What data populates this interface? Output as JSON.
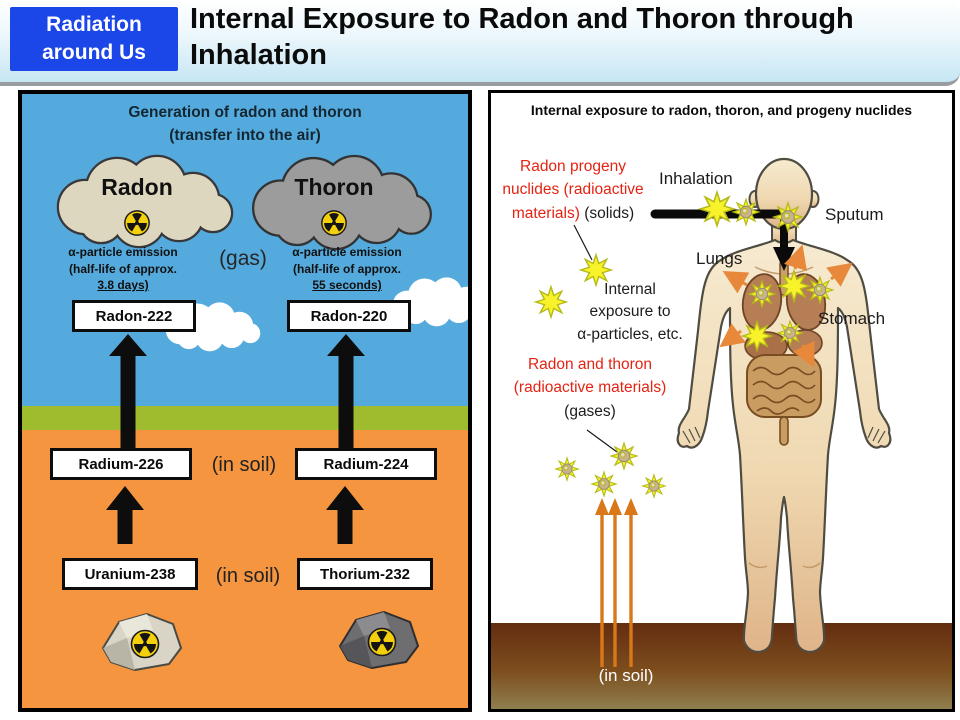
{
  "header": {
    "badge": "Radiation\naround Us",
    "title": "Internal Exposure to Radon and Thoron through\nInhalation",
    "badge_color": "#1b46e8"
  },
  "left_panel": {
    "title": "Generation of radon and thoron\n(transfer into the air)",
    "radon_cloud_label": "Radon",
    "thoron_cloud_label": "Thoron",
    "radon_emission": {
      "lines": "α-particle emission\n(half-life of approx.",
      "underlined": "3.8 days)"
    },
    "thoron_emission": {
      "lines": "α-particle emission\n(half-life of approx.",
      "underlined": "55 seconds)"
    },
    "gas_label": "(gas)",
    "boxes": {
      "radon222": "Radon-222",
      "radon220": "Radon-220",
      "radium226": "Radium-226",
      "radium224": "Radium-224",
      "uranium238": "Uranium-238",
      "thorium232": "Thorium-232"
    },
    "in_soil_upper": "(in soil)",
    "in_soil_lower": "(in soil)",
    "colors": {
      "sky": "#55aadd",
      "grass": "#9fbb2e",
      "soil": "#f5953f"
    }
  },
  "right_panel": {
    "title": "Internal exposure to radon, thoron, and progeny nuclides",
    "progeny_label": {
      "red_lines": "Radon progeny\nnuclides (radioactive",
      "red_tail": "materials)",
      "black_tail": " (solids)"
    },
    "inhalation": "Inhalation",
    "sputum": "Sputum",
    "lungs": "Lungs",
    "stomach": "Stomach",
    "internal_exposure": "Internal\nexposure to\nα-particles, etc.",
    "gases_label": {
      "red_lines": "Radon and thoron\n(radioactive materials)",
      "black_tail": "(gases)"
    },
    "in_soil": "(in soil)",
    "colors": {
      "label_red": "#e42313",
      "particle_yellow": "#f8f22a",
      "soil_arrow_orange": "#d97818"
    }
  }
}
